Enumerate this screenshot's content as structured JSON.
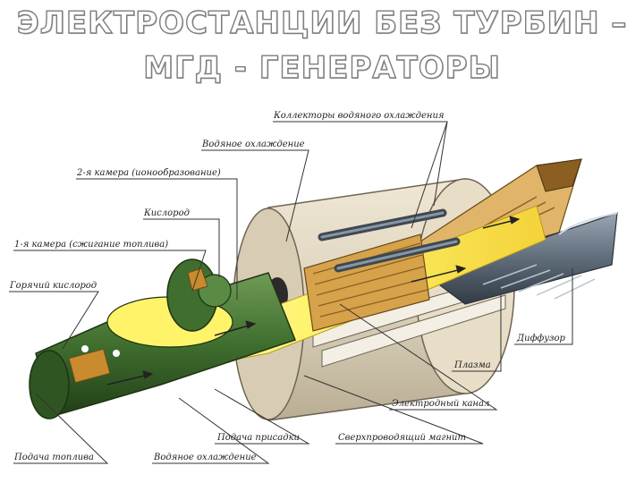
{
  "title": {
    "line1": "ЭЛЕКТРОСТАНЦИИ БЕЗ ТУРБИН –",
    "line2": "МГД - ГЕНЕРАТОРЫ"
  },
  "labels": {
    "collectors": "Коллекторы водяного охлаждения",
    "water_cooling_top": "Водяное охлаждение",
    "chamber2": "2-я камера (ионообразование)",
    "oxygen": "Кислород",
    "chamber1": "1-я камера (сжигание топлива)",
    "hot_oxygen": "Горячий кислород",
    "diffuser": "Диффузор",
    "plasma": "Плазма",
    "electrode_channel": "Электродный канал",
    "superconducting_magnet": "Сверхпроводящий магнит",
    "additive_feed": "Подача присадки",
    "fuel_feed": "Подача топлива",
    "water_cooling_bottom": "Водяное охлаждение"
  },
  "colors": {
    "magnet_body": "#ddd3bd",
    "chamber_green": "#3f6e2e",
    "plasma_yellow": "#fff36a",
    "copper": "#c98b2e",
    "duct_grey": "#5f6c7a"
  }
}
